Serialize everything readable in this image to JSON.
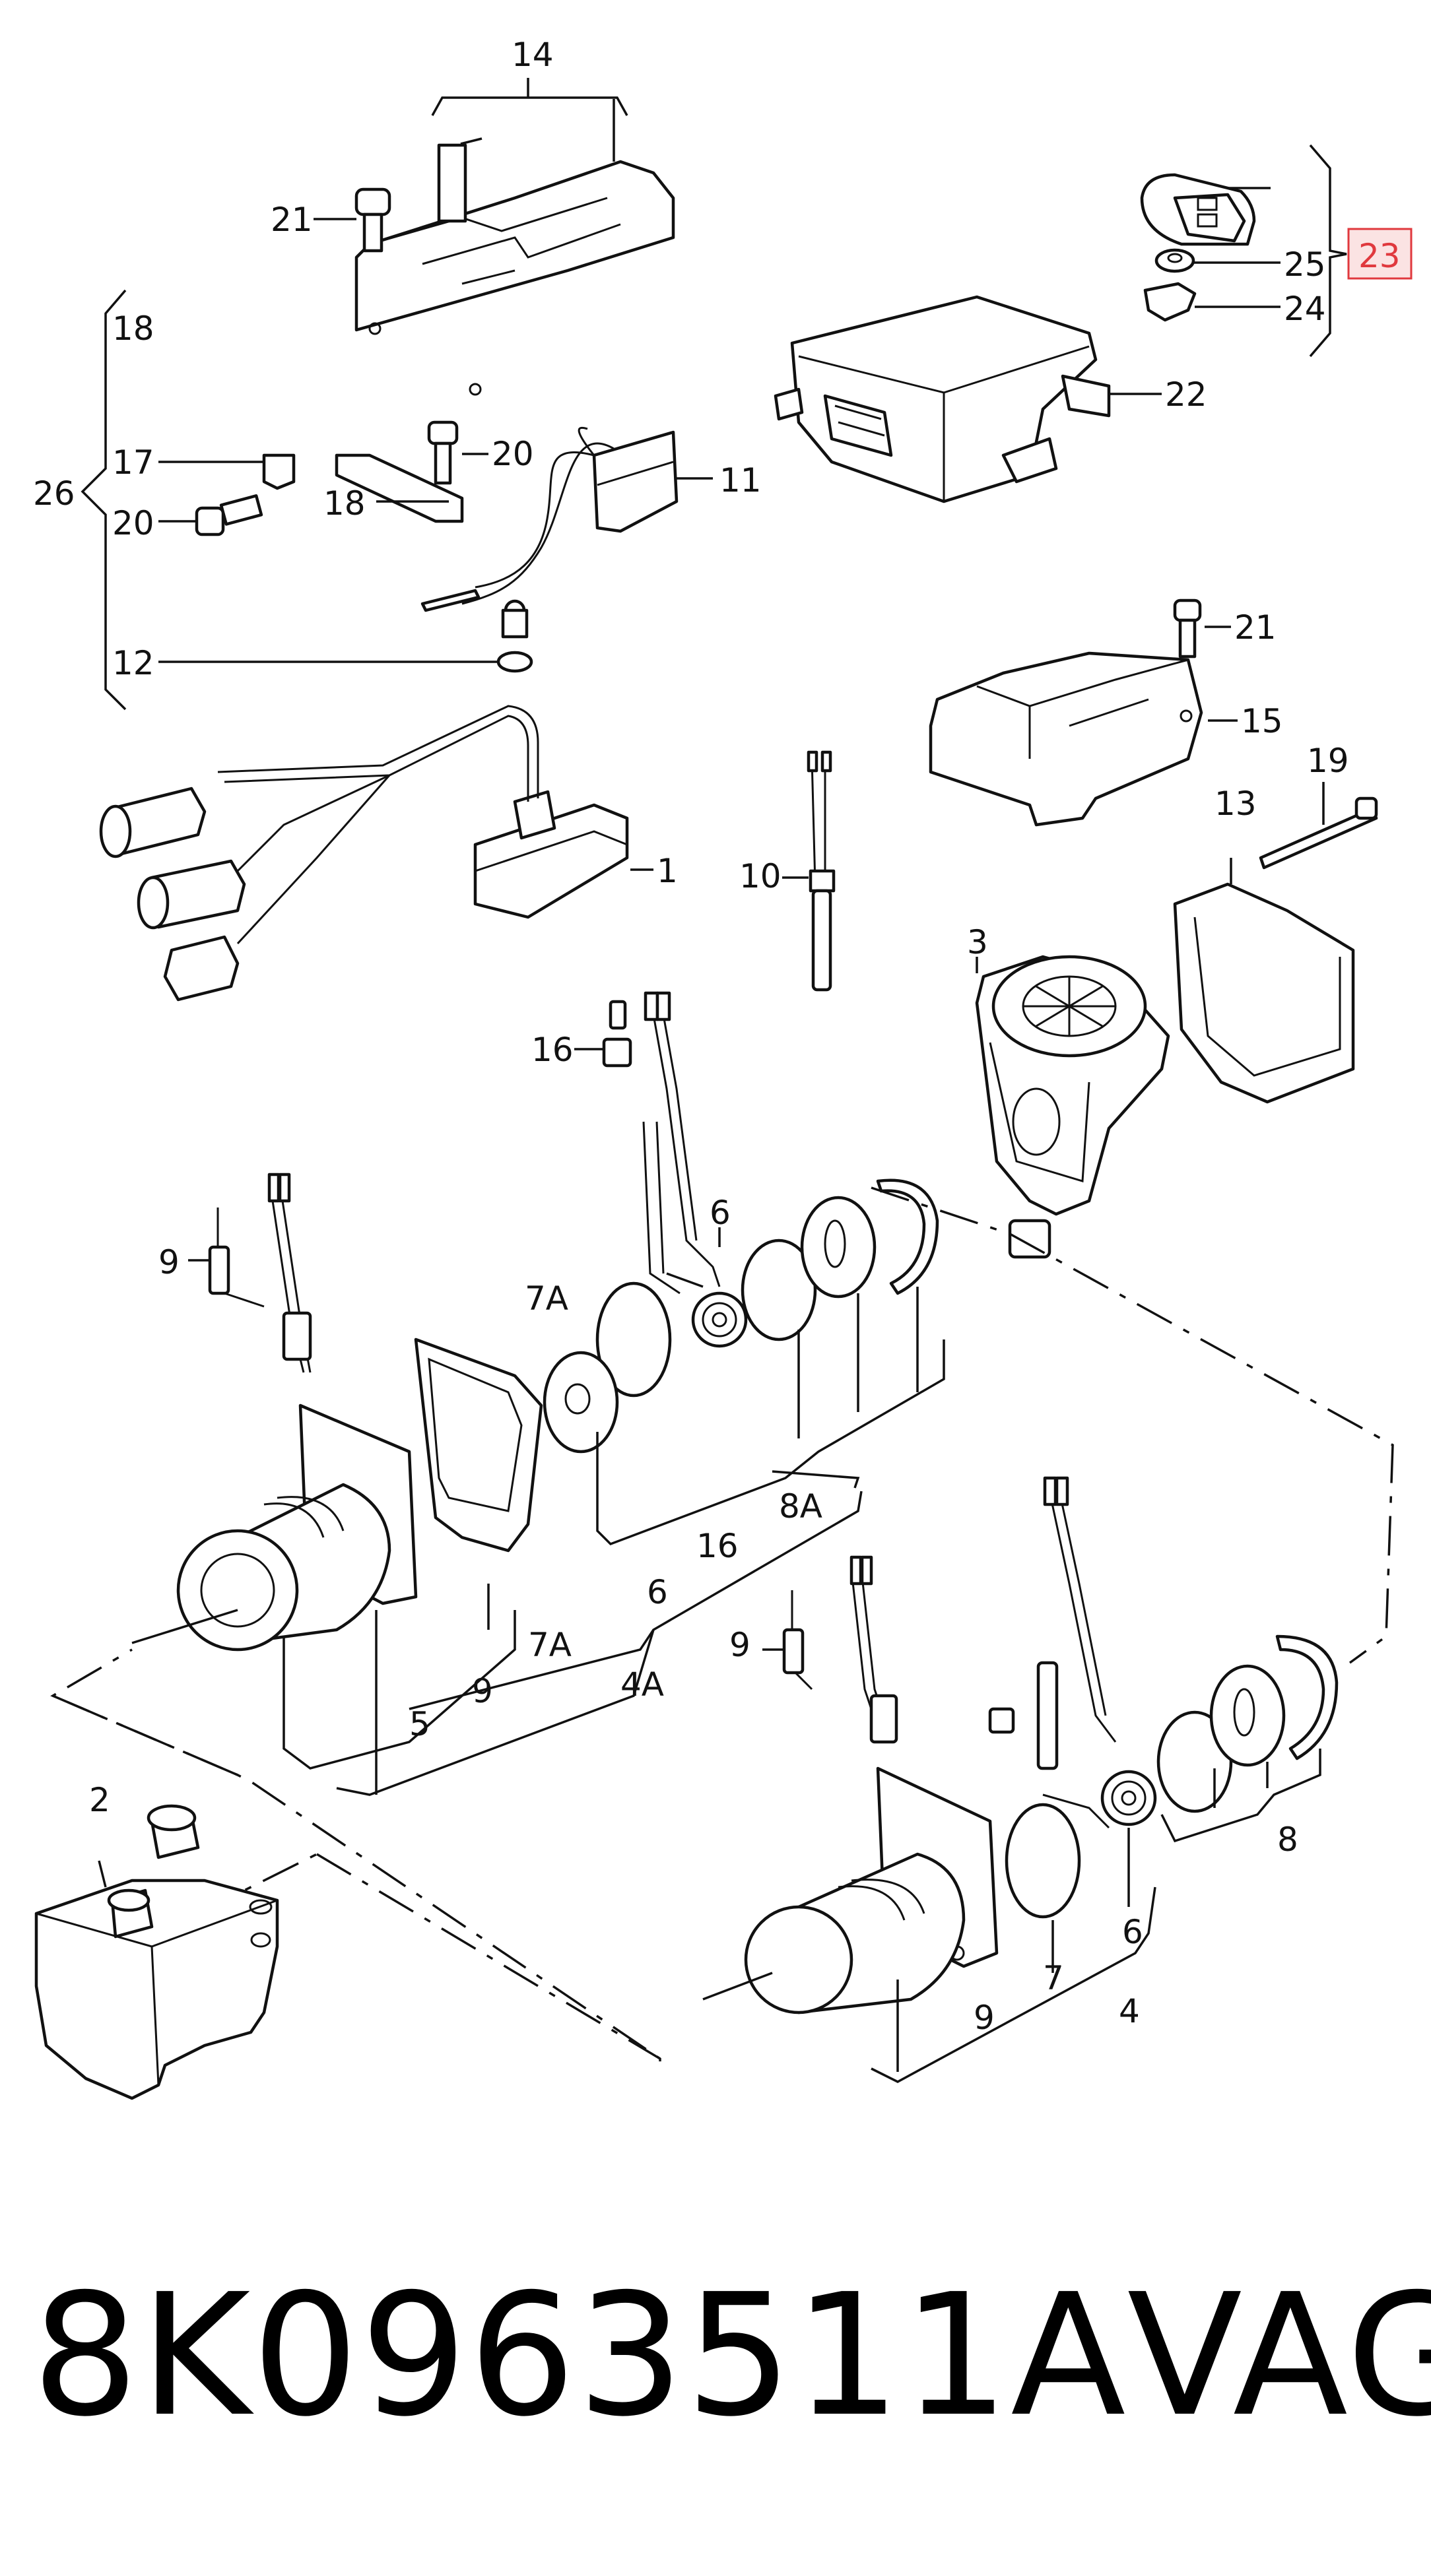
{
  "callouts": {
    "c14": "14",
    "c21a": "21",
    "c18": "18",
    "c26": "26",
    "c17": "17",
    "c20a": "20",
    "c20b": "20",
    "c18b": "18",
    "c11": "11",
    "c12": "12",
    "c23": "23",
    "c25": "25",
    "c24": "24",
    "c22": "22",
    "c21b": "21",
    "c15": "15",
    "c19": "19",
    "c13": "13",
    "c1": "1",
    "c10": "10",
    "c3": "3",
    "c16a": "16",
    "c6a": "6",
    "c9a": "9",
    "c7Aa": "7A",
    "c8A": "8A",
    "c16b": "16",
    "c6b": "6",
    "c7Ab": "7A",
    "c9b": "9",
    "c4A": "4A",
    "c5": "5",
    "c9c": "9",
    "c2": "2",
    "c8": "8",
    "c6c": "6",
    "c7": "7",
    "c9d": "9",
    "c4": "4"
  },
  "highlight_color": "#e0393e",
  "footer": {
    "part_number": "8K0963511A",
    "brand": "VAG"
  }
}
